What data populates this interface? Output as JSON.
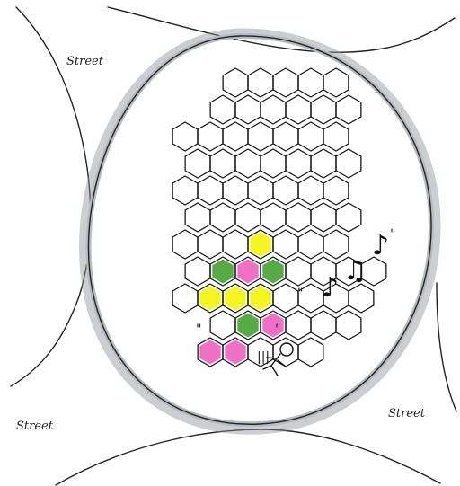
{
  "labels": {
    "street_top_left": "Street",
    "street_bottom_left": "Street",
    "street_bottom_right": "Street"
  },
  "music": {
    "notes": [
      "♪",
      "♫",
      "♪"
    ],
    "marks": [
      "\"",
      "\""
    ]
  },
  "person_marks": [
    "\"",
    "\"",
    "|||"
  ],
  "colors": {
    "outline": "#111111",
    "plaza_rim": "#b8bcc2",
    "plaza_rim_shadow": "#8f949b",
    "yellow": "#f1f500",
    "green": "#3f9f2b",
    "pink": "#f05bbf"
  }
}
